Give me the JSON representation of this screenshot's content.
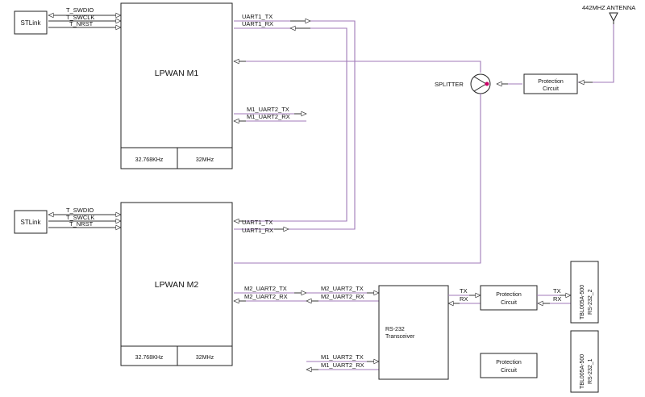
{
  "colors": {
    "wire": "#a07ab8",
    "line": "#333333",
    "marker": "#cc0066"
  },
  "stlink1": {
    "label": "STLink",
    "sig1": "T_SWDIO",
    "sig2": "T_SWCLK",
    "sig3": "T_NRST"
  },
  "stlink2": {
    "label": "STLink",
    "sig1": "T_SWDIO",
    "sig2": "T_SWCLK",
    "sig3": "T_NRST"
  },
  "m1": {
    "label": "LPWAN M1",
    "xtal1": "32.768KHz",
    "xtal2": "32MHz",
    "uart1_tx": "UART1_TX",
    "uart1_rx": "UART1_RX",
    "uart2_tx": "M1_UART2_TX",
    "uart2_rx": "M1_UART2_RX"
  },
  "m2": {
    "label": "LPWAN M2",
    "xtal1": "32.768KHz",
    "xtal2": "32MHz",
    "uart1_tx": "UART1_TX",
    "uart1_rx": "UART1_RX",
    "uart2_tx": "M2_UART2_TX",
    "uart2_rx": "M2_UART2_RX"
  },
  "antenna": {
    "label": "442MHZ ANTENNA",
    "icon": "antenna-icon"
  },
  "splitter": {
    "label": "SPLITTER",
    "icon": "splitter-icon"
  },
  "protection_top": {
    "line1": "Protection",
    "line2": "Circuit"
  },
  "transceiver": {
    "line1": "RS-232",
    "line2": "Transceiver",
    "m2_tx": "M2_UART2_TX",
    "m2_rx": "M2_UART2_RX",
    "m1_tx": "M1_UART2_TX",
    "m1_rx": "M1_UART2_RX",
    "tx": "TX",
    "rx": "RX"
  },
  "protection_mid": {
    "line1": "Protection",
    "line2": "Circuit",
    "tx": "TX",
    "rx": "RX"
  },
  "protection_bot": {
    "line1": "Protection",
    "line2": "Circuit"
  },
  "conn2": {
    "line1": "TBL005A-500",
    "line2": "RS-232_2"
  },
  "conn1": {
    "line1": "TBL005A-500",
    "line2": "RS-232_1"
  }
}
